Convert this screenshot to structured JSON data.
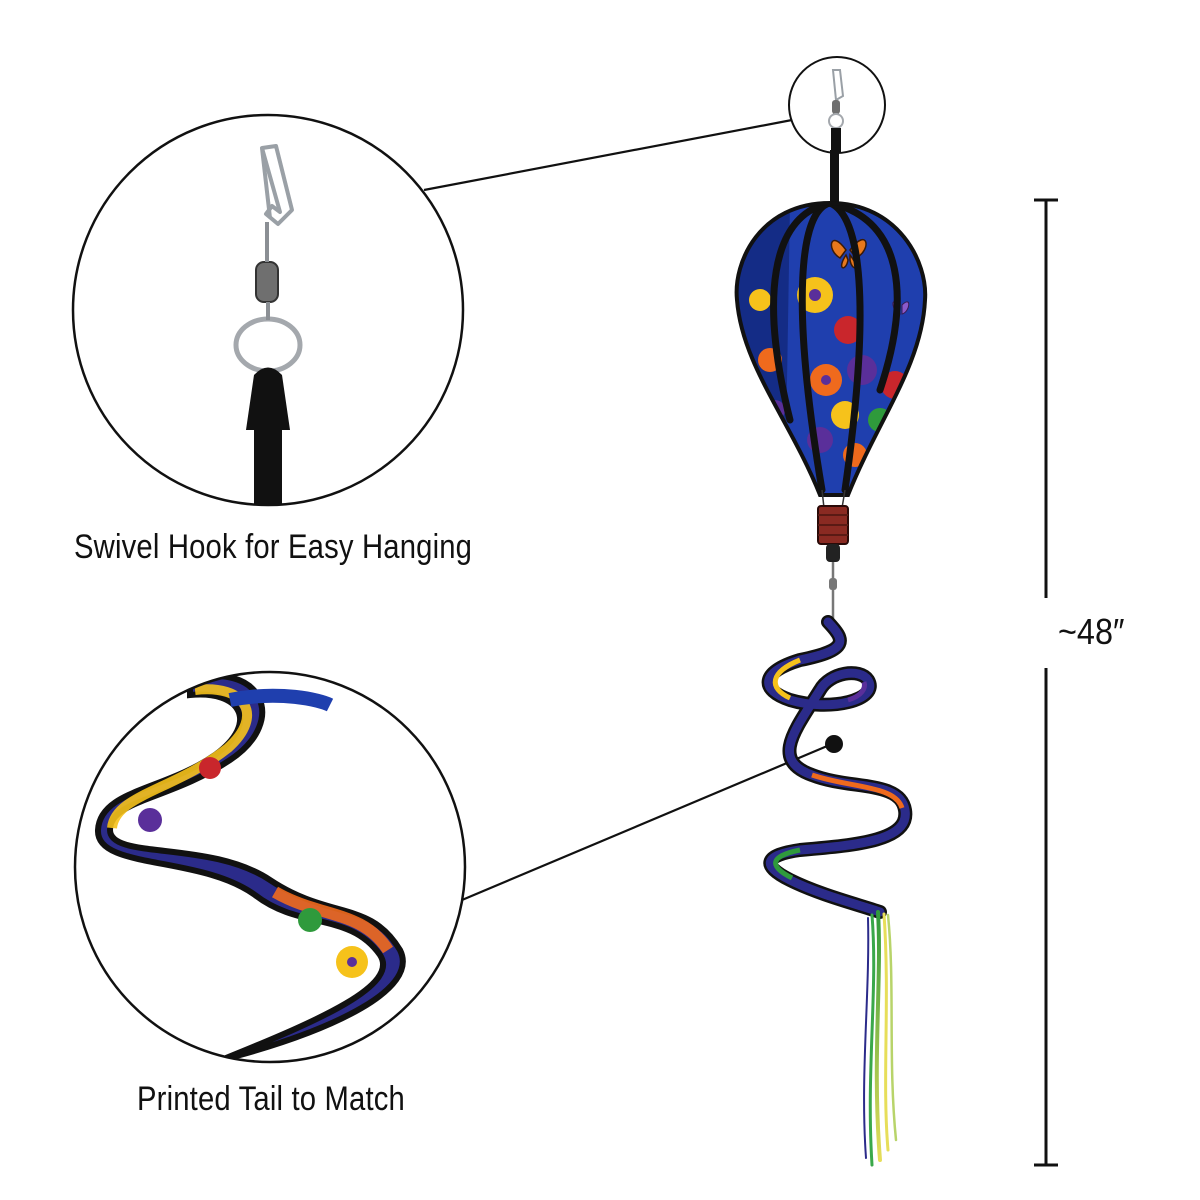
{
  "callouts": {
    "hook_caption": "Swivel Hook for Easy Hanging",
    "tail_caption": "Printed Tail to Match"
  },
  "dimension": {
    "height_label": "~48″"
  },
  "colors": {
    "balloon_blue": "#1f3fae",
    "balloon_dark_blue": "#142c86",
    "rib_black": "#111111",
    "flower_yellow": "#f6c21b",
    "flower_orange": "#ef6a1d",
    "flower_purple": "#5a2f9a",
    "flower_red": "#c9262c",
    "flower_green": "#2f9a3c",
    "butterfly_orange": "#e8781c",
    "basket_red": "#8a2a22",
    "ribbon_green": "#3aa84a",
    "ribbon_yellow": "#e7de5a"
  },
  "icons": [
    "swivel-hook-icon",
    "key-ring-icon",
    "butterfly-icon",
    "pansy-icon"
  ]
}
